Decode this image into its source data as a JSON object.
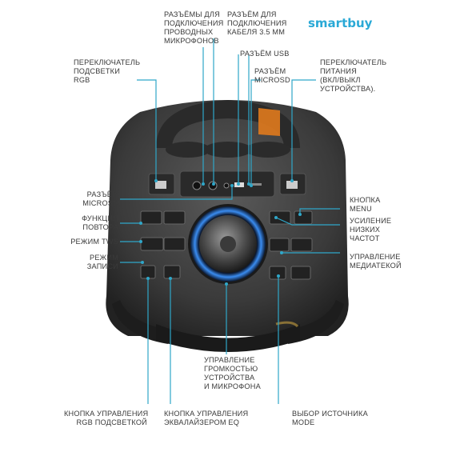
{
  "brand": {
    "logo_text": "smartbuy",
    "color": "#2aa9d6"
  },
  "colors": {
    "pointer": "#2fa7c9",
    "speaker_body": "#3d3d3d",
    "led_blue": "#3a8cf0",
    "handle_accent": "#e07a1d"
  },
  "labels": {
    "mic_jacks": [
      "РАЗЪЁМЫ ДЛЯ",
      "ПОДКЛЮЧЕНИЯ",
      "ПРОВОДНЫХ",
      "МИКРОФОНОВ"
    ],
    "aux": [
      "РАЗЪЁМ ДЛЯ",
      "ПОДКЛЮЧЕНИЯ",
      "КАБЕЛЯ 3.5 ММ"
    ],
    "usb": [
      "РАЗЪЁМ USB"
    ],
    "microsd_top": [
      "РАЗЪЁМ",
      "MICROSD"
    ],
    "rgb_switch": [
      "ПЕРЕКЛЮЧАТЕЛЬ",
      "ПОДСВЕТКИ",
      "RGB"
    ],
    "power": [
      "ПЕРЕКЛЮЧАТЕЛЬ",
      "ПИТАНИЯ",
      "(ВКЛ/ВЫКЛ",
      "УСТРОЙСТВА)."
    ],
    "microsd_left": [
      "РАЗЪЁМ",
      "MICROSD"
    ],
    "repeat": [
      "ФУНКЦИЯ",
      "ПОВТОРА"
    ],
    "tws": [
      "РЕЖИМ TWS"
    ],
    "record": [
      "РЕЖИМ",
      "ЗАПИСИ"
    ],
    "menu": [
      "КНОПКА",
      "MENU"
    ],
    "bass": [
      "УСИЛЕНИЕ",
      "НИЗКИХ",
      "ЧАСТОТ"
    ],
    "media": [
      "УПРАВЛЕНИЕ",
      "МЕДИАТЕКОЙ"
    ],
    "volume": [
      "УПРАВЛЕНИЕ",
      "ГРОМКОСТЬЮ",
      "УСТРОЙСТВА",
      "И МИКРОФОНА"
    ],
    "rgb_button": [
      "КНОПКА УПРАВЛЕНИЯ",
      "RGB ПОДСВЕТКОЙ"
    ],
    "eq_button": [
      "КНОПКА УПРАВЛЕНИЯ",
      "ЭКВАЛАЙЗЕРОМ EQ"
    ],
    "mode": [
      "ВЫБОР ИСТОЧНИКА",
      "MODE"
    ]
  }
}
